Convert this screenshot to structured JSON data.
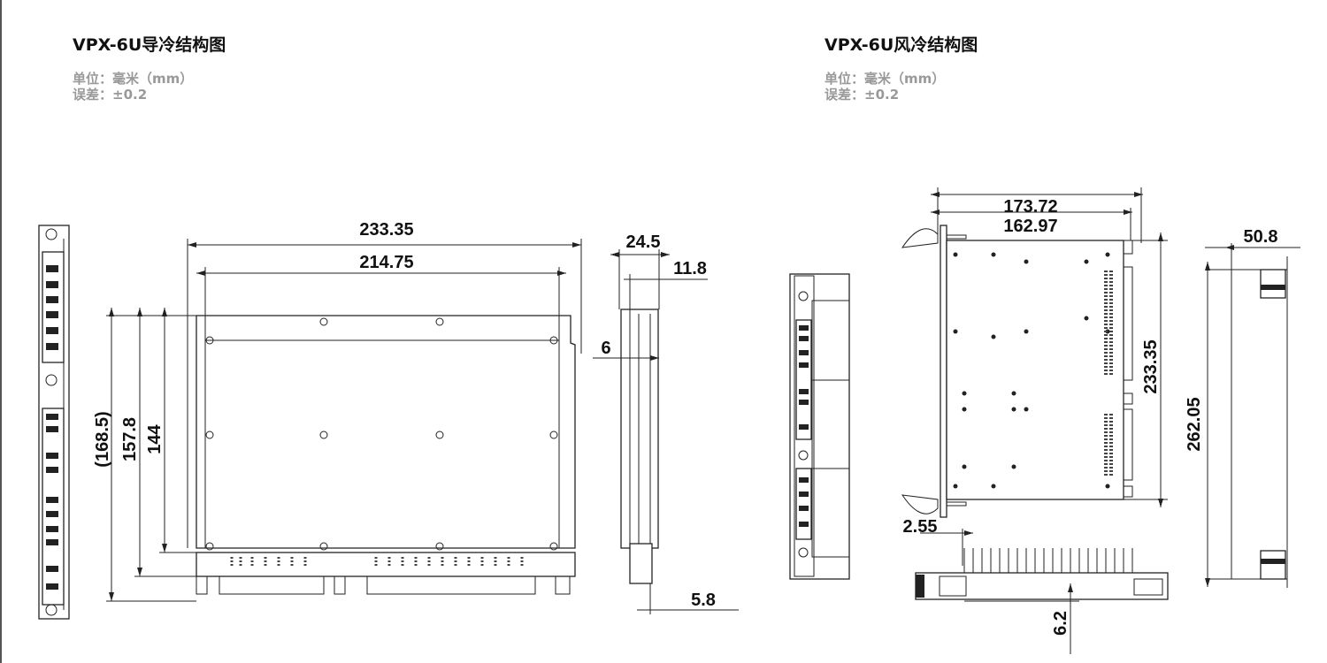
{
  "left": {
    "title": "VPX-6U导冷结构图",
    "unit": "单位：毫米（mm）",
    "tolerance": "误差：±0.2",
    "dims": {
      "width_total": "233.35",
      "width_inner": "214.75",
      "height_total": "(168.5)",
      "height_mid": "157.8",
      "height_inner": "144",
      "side_width": "24.5",
      "side_inner": "11.8",
      "side_gap": "6",
      "side_bottom": "5.8"
    }
  },
  "right": {
    "title": "VPX-6U风冷结构图",
    "unit": "单位：毫米（mm）",
    "tolerance": "误差：±0.2",
    "dims": {
      "width_total": "173.72",
      "width_inner": "162.97",
      "board_length": "233.35",
      "panel_offset": "2.55",
      "overall_height": "262.05",
      "panel_width": "50.8",
      "bottom_gap": "6.2"
    }
  }
}
